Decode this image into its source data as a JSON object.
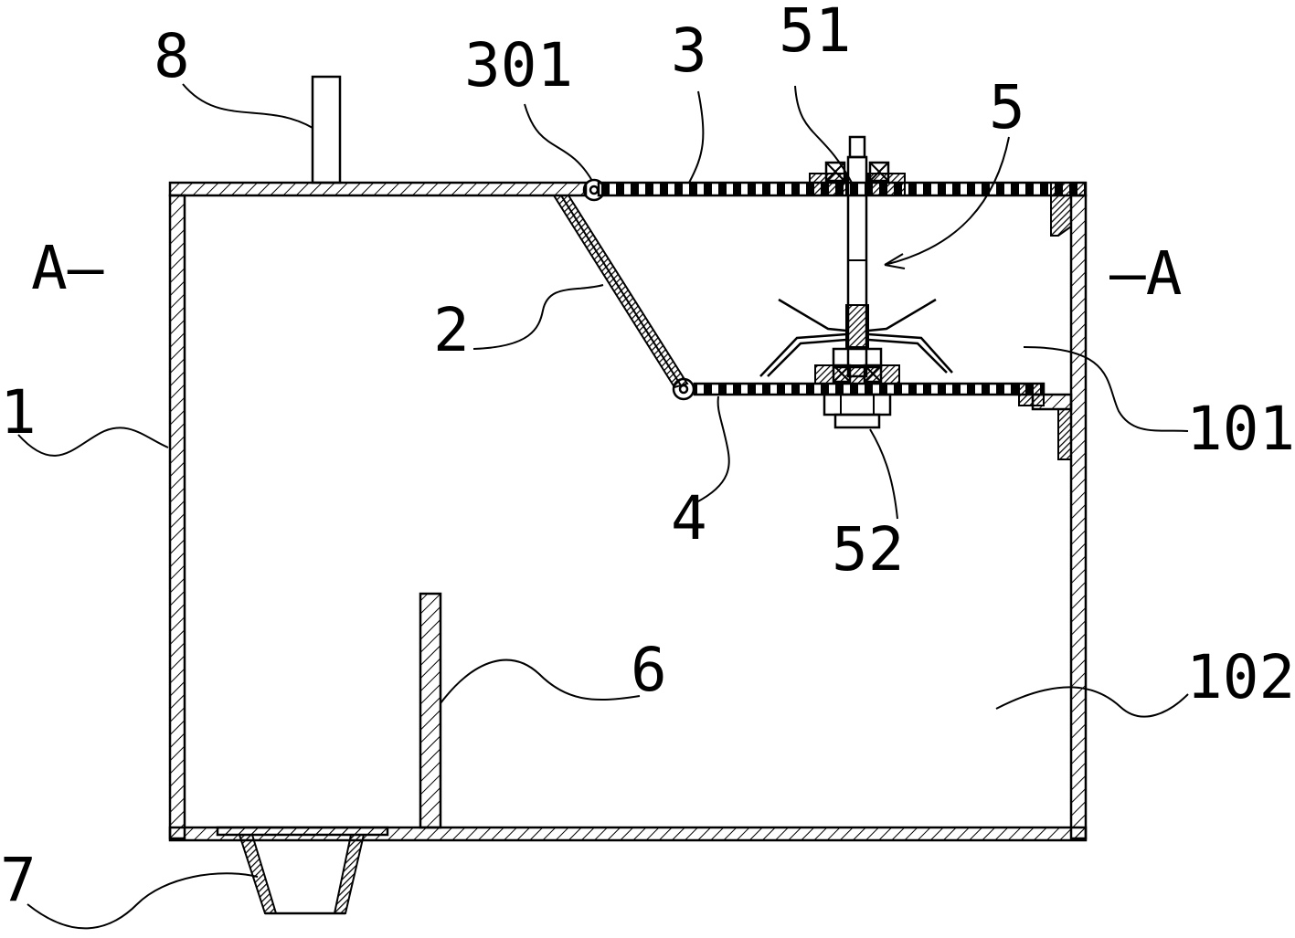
{
  "labels": {
    "l8": "8",
    "l301": "301",
    "l3": "3",
    "l51": "51",
    "l5": "5",
    "l2": "2",
    "l101": "101",
    "l1": "1",
    "l4": "4",
    "l52": "52",
    "l6": "6",
    "l102": "102",
    "l7": "7",
    "section_left": "A—",
    "section_right": "—A"
  }
}
